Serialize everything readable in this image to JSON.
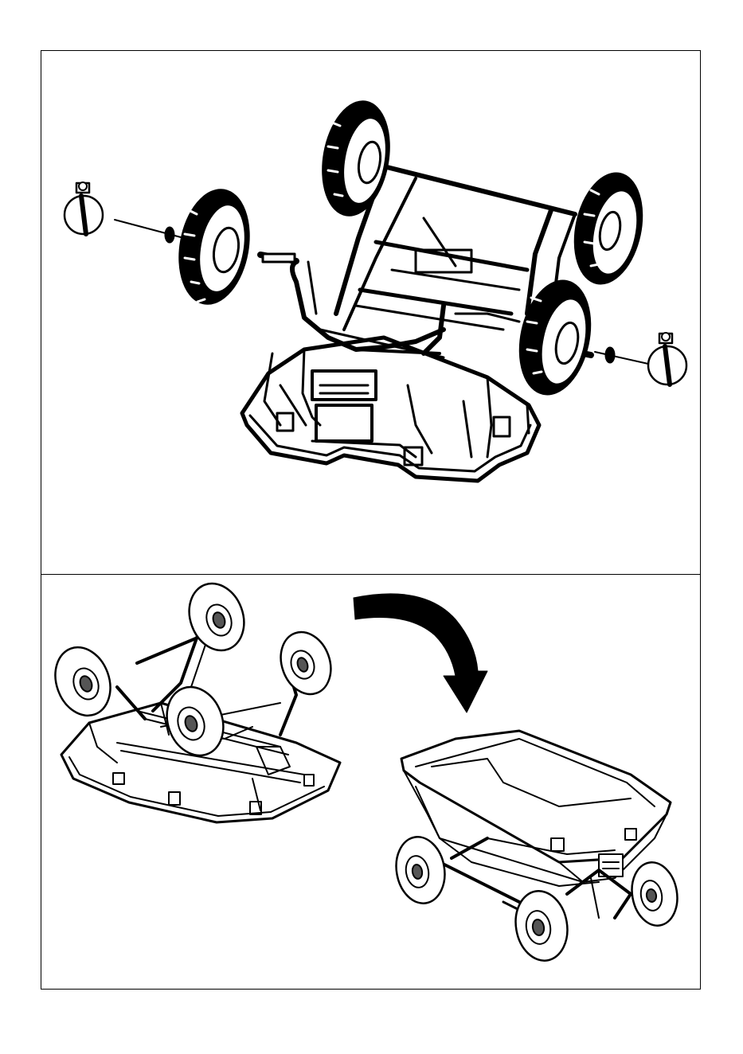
{
  "page": {
    "background": "#ffffff",
    "line_color": "#000000"
  },
  "step_top": {
    "illustration": "upside-down-cart-wheel-assembly",
    "parts": [
      "linch-pin-left",
      "washer-left",
      "wheel-left-front",
      "wheel-left-rear",
      "wheel-right-rear",
      "wheel-right-front",
      "washer-right",
      "linch-pin-right",
      "cart-tub",
      "axle-frame"
    ]
  },
  "step_bottom": {
    "illustration": "flip-cart-upright",
    "parts": [
      "assembled-cart-upside-down",
      "rotation-arrow",
      "assembled-cart-upright"
    ]
  }
}
